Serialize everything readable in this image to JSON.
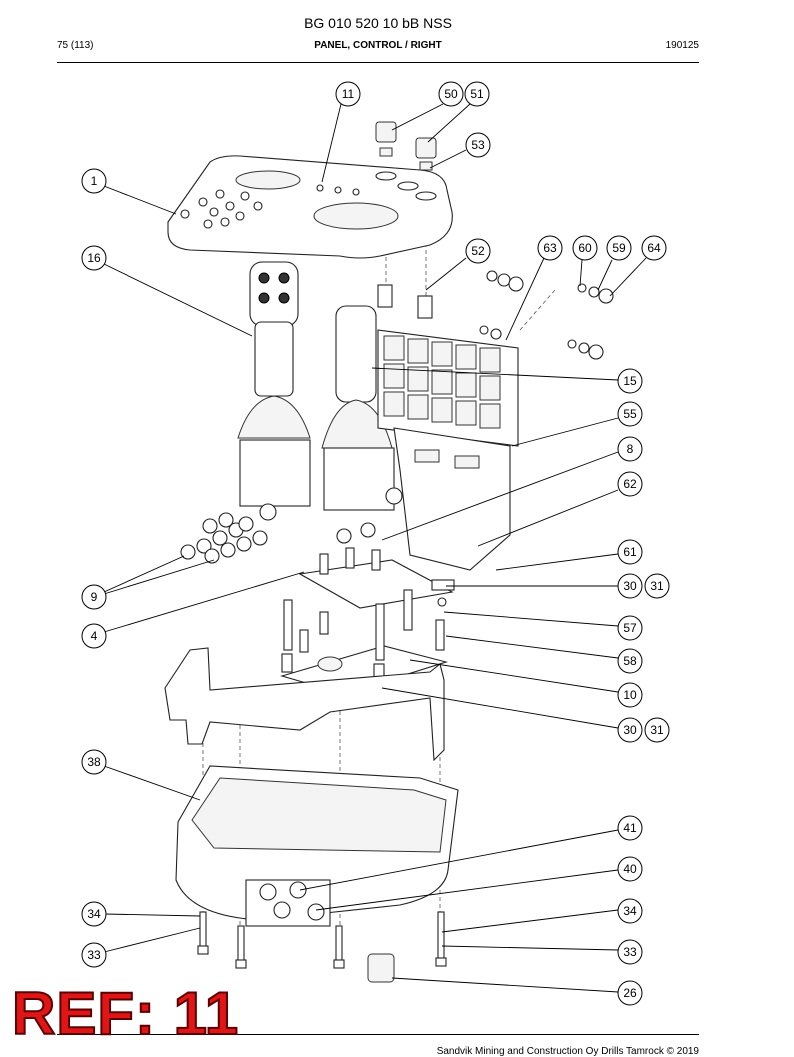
{
  "header": {
    "doc_title": "BG 010 520 10 bB NSS",
    "page_number": "75 (113)",
    "section": "PANEL, CONTROL / RIGHT",
    "date": "190125"
  },
  "callouts": {
    "c11": "11",
    "c50": "50",
    "c51": "51",
    "c53": "53",
    "c1": "1",
    "c16": "16",
    "c52": "52",
    "c63": "63",
    "c60": "60",
    "c59": "59",
    "c64": "64",
    "c15": "15",
    "c55": "55",
    "c8": "8",
    "c62": "62",
    "c61": "61",
    "c30a": "30",
    "c31a": "31",
    "c9": "9",
    "c4": "4",
    "c57": "57",
    "c58": "58",
    "c10": "10",
    "c30b": "30",
    "c31b": "31",
    "c38": "38",
    "c41": "41",
    "c40": "40",
    "c34a": "34",
    "c34b": "34",
    "c33a": "33",
    "c33b": "33",
    "c26": "26"
  },
  "stamp": "REF: 11",
  "footer": "Sandvik Mining and Construction Oy Drills Tamrock © 2019"
}
